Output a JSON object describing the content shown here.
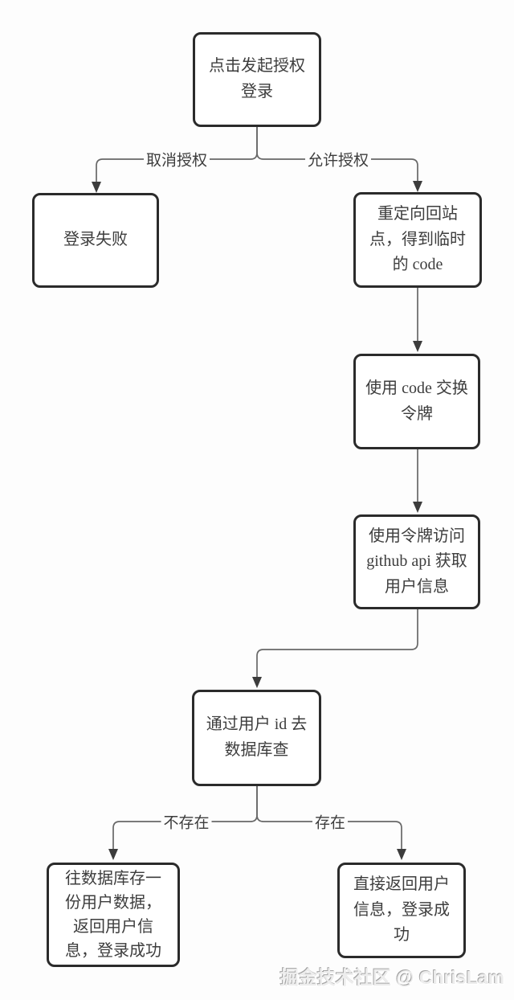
{
  "diagram": {
    "type": "flowchart",
    "nodes": [
      {
        "id": "start",
        "label": "点击发起授权登录"
      },
      {
        "id": "login-failed",
        "label": "登录失败"
      },
      {
        "id": "redirect",
        "label": "重定向回站点，得到临时的 code"
      },
      {
        "id": "exchange",
        "label": "使用 code 交换令牌"
      },
      {
        "id": "fetch-user",
        "label": "使用令牌访问 github api 获取用户信息"
      },
      {
        "id": "query-db",
        "label": "通过用户 id 去数据库查"
      },
      {
        "id": "create-user",
        "label": "往数据库存一份用户数据，返回用户信息，登录成功"
      },
      {
        "id": "return-user",
        "label": "直接返回用户信息，登录成功"
      }
    ],
    "edges": [
      {
        "from": "start",
        "to": "login-failed",
        "label": "取消授权"
      },
      {
        "from": "start",
        "to": "redirect",
        "label": "允许授权"
      },
      {
        "from": "redirect",
        "to": "exchange",
        "label": ""
      },
      {
        "from": "exchange",
        "to": "fetch-user",
        "label": ""
      },
      {
        "from": "fetch-user",
        "to": "query-db",
        "label": ""
      },
      {
        "from": "query-db",
        "to": "create-user",
        "label": "不存在"
      },
      {
        "from": "query-db",
        "to": "return-user",
        "label": "存在"
      }
    ],
    "colors": {
      "node_border": "#2b2b2b",
      "edge_line": "#686868",
      "arrowhead": "#3c3c3c",
      "text": "#3d3d3d",
      "background": "#fdfdfd"
    },
    "watermark": "掘金技术社区 @ ChrisLam"
  }
}
